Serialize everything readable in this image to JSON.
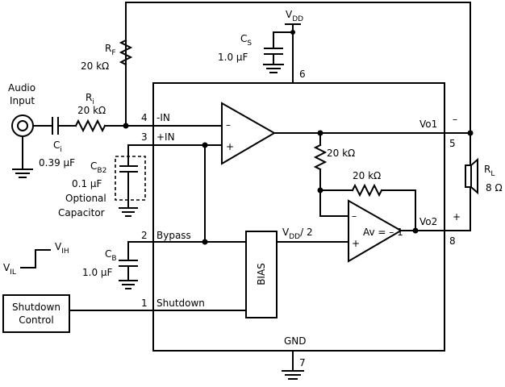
{
  "labels": {
    "vdd_top": "V",
    "vdd_top_sub": "DD",
    "cs_name": "C",
    "cs_sub": "S",
    "cs_value": "1.0 µF",
    "pin6": "6",
    "rf_name": "R",
    "rf_sub": "F",
    "rf_value": "20 kΩ",
    "audio_input_line1": "Audio",
    "audio_input_line2": "Input",
    "ri_name": "R",
    "ri_sub": "i",
    "ri_value": "20 kΩ",
    "ci_name": "C",
    "ci_sub": "i",
    "ci_value": "0.39 µF",
    "pin4": "4",
    "in_minus": "-IN",
    "pin3": "3",
    "in_plus": "+IN",
    "cb2_name": "C",
    "cb2_sub": "B2",
    "cb2_value": "0.1 µF",
    "optional_line1": "Optional",
    "optional_line2": "Capacitor",
    "amp1_minus": "–",
    "amp1_plus": "+",
    "r_div_value": "20 kΩ",
    "r_fb_value": "20 kΩ",
    "vo1": "Vo1",
    "pin5": "5",
    "out_minus": "–",
    "rl_name": "R",
    "rl_sub": "L",
    "rl_value": "8 Ω",
    "out_plus": "+",
    "vo2": "Vo2",
    "pin8": "8",
    "amp2_minus": "–",
    "amp2_plus": "+",
    "av_label": "Av = – 1",
    "vdd2_name": "V",
    "vdd2_sub": "DD",
    "vdd2_suffix": "/ 2",
    "pin2": "2",
    "bypass": "Bypass",
    "cb_name": "C",
    "cb_sub": "B",
    "cb_value": "1.0 µF",
    "vih_name": "V",
    "vih_sub": "IH",
    "vil_name": "V",
    "vil_sub": "IL",
    "bias": "BIAS",
    "pin1": "1",
    "shutdown": "Shutdown",
    "shutdown_control_line1": "Shutdown",
    "shutdown_control_line2": "Control",
    "gnd": "GND",
    "pin7": "7"
  }
}
